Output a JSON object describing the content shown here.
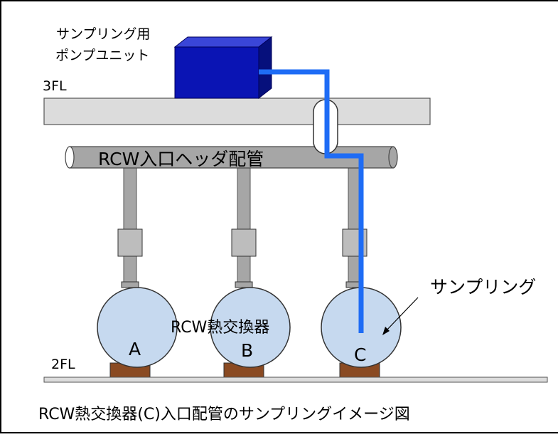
{
  "labels": {
    "pump_line1": "サンプリング用",
    "pump_line2": "ポンプユニット",
    "floor_3f": "3FL",
    "floor_2f": "2FL",
    "header_pipe": "RCW入口ヘッダ配管",
    "sampling": "サンプリング",
    "exchangers": "RCW熱交換器",
    "caption": "RCW熱交換器(C)入口配管のサンプリングイメージ図"
  },
  "exchangers": [
    {
      "id": "A"
    },
    {
      "id": "B"
    },
    {
      "id": "C"
    }
  ],
  "colors": {
    "pump_body": "#0a14b4",
    "sample_line": "#1e6cf5",
    "slab": "#dcdcdc",
    "pipe": "#a6a6a6",
    "vessel": "#c6d9ef",
    "base": "#8a4a22"
  }
}
